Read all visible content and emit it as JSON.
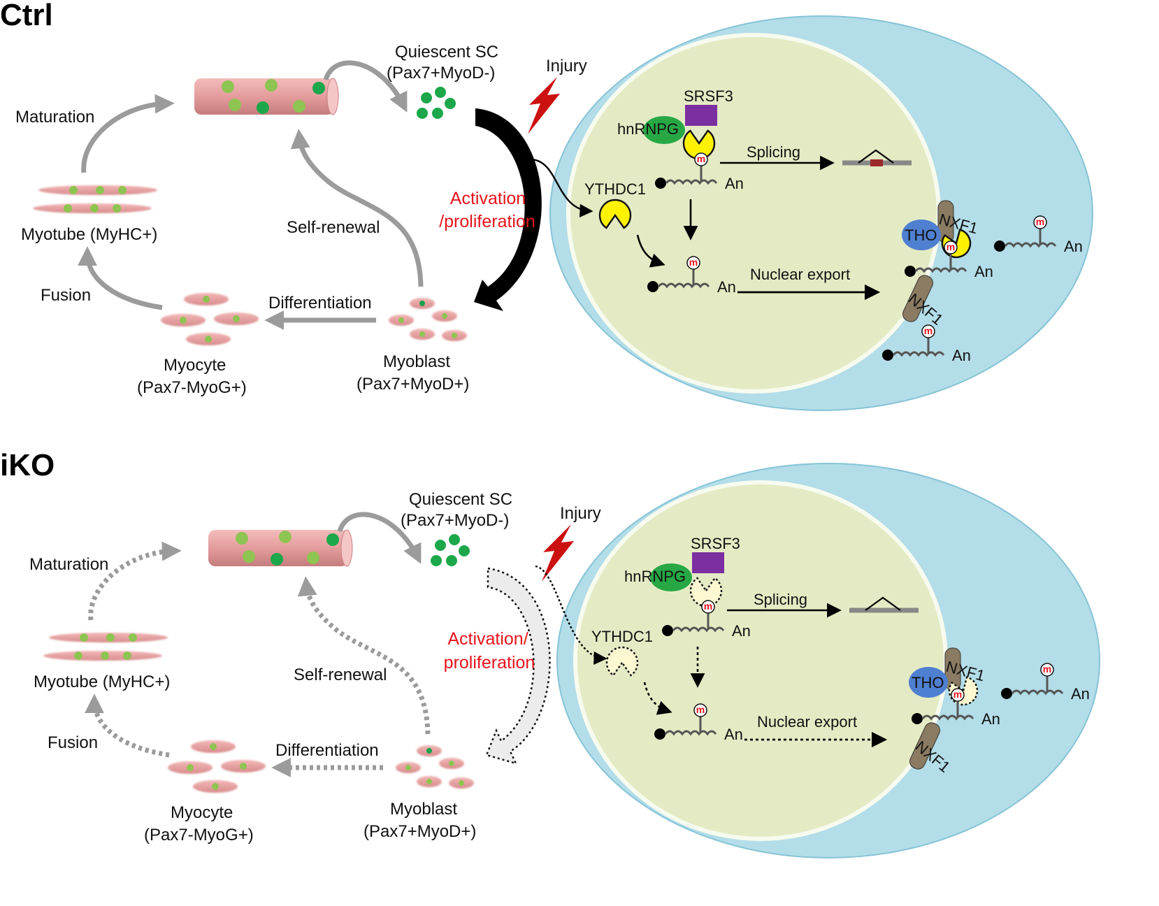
{
  "panels": [
    {
      "title": "Ctrl",
      "quiescent": "Quiescent SC",
      "quiescent_markers": "(Pax7+MyoD-)",
      "injury": "Injury",
      "activation": [
        "Activation",
        "/proliferation"
      ],
      "maturation": "Maturation",
      "myotube": "Myotube (MyHC+)",
      "self_renewal": "Self-renewal",
      "fusion": "Fusion",
      "differentiation": "Differentiation",
      "myocyte": "Myocyte",
      "myocyte_markers": "(Pax7-MyoG+)",
      "myoblast": "Myoblast",
      "myoblast_markers": "(Pax7+MyoD+)",
      "srsf3": "SRSF3",
      "hnrnpg": "hnRNPG",
      "ythdc1": "YTHDC1",
      "splicing": "Splicing",
      "nuclear_export": "Nuclear export",
      "tho": "THO",
      "nxf1": "NXF1",
      "polya": "An",
      "m6a": "m"
    },
    {
      "title": "iKO",
      "quiescent": "Quiescent SC",
      "quiescent_markers": "(Pax7+MyoD-)",
      "injury": "Injury",
      "activation": [
        "Activation/",
        "proliferation"
      ],
      "maturation": "Maturation",
      "myotube": "Myotube (MyHC+)",
      "self_renewal": "Self-renewal",
      "fusion": "Fusion",
      "differentiation": "Differentiation",
      "myocyte": "Myocyte",
      "myocyte_markers": "(Pax7-MyoG+)",
      "myoblast": "Myoblast",
      "myoblast_markers": "(Pax7+MyoD+)",
      "srsf3": "SRSF3",
      "hnrnpg": "hnRNPG",
      "ythdc1": "YTHDC1",
      "splicing": "Splicing",
      "nuclear_export": "Nuclear export",
      "tho": "THO",
      "nxf1": "NXF1",
      "polya": "An",
      "m6a": "m"
    }
  ],
  "colors": {
    "cytoplasm": "#b3dde8",
    "nucleus": "#e4ebc4",
    "fiber": "#e29b9b",
    "sc_dot": "#1ba74a",
    "nuclei_dot": "#8ec451",
    "ythdc1": "#fff200",
    "ythdc1_ko": "#fbf8d2",
    "srsf3": "#7b2fa0",
    "hnrnpg": "#27a845",
    "tho": "#4f7fd0",
    "nxf1": "#8a7b62",
    "arrow_gray": "#9b9b9b",
    "injury": "#cc1111"
  },
  "ko_state": {
    "ythdc1_present": false,
    "pathway_style": "dashed"
  }
}
